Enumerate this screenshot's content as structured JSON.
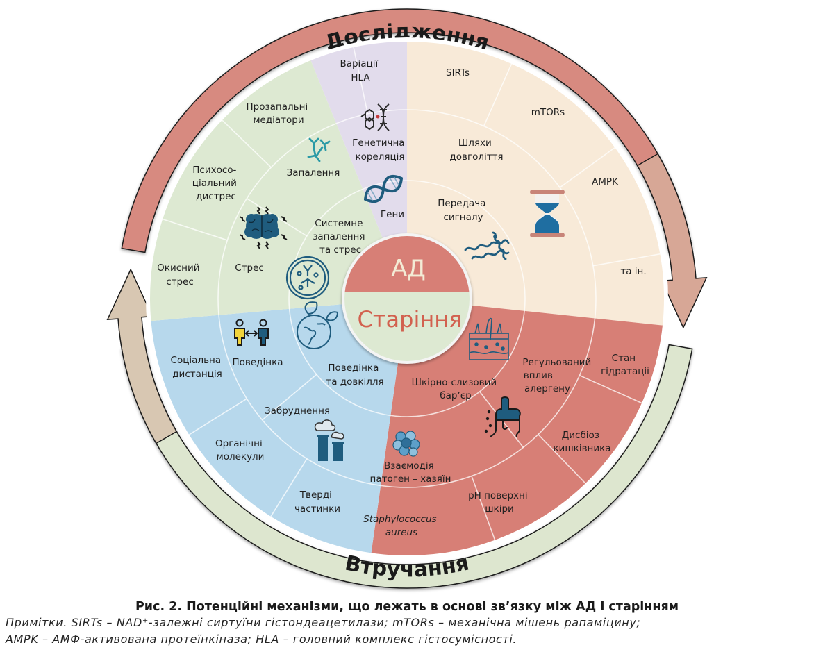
{
  "colors": {
    "research_ring": "#d78a80",
    "intervention_ring": "#dde6cf",
    "arrow_right": "#d7a796",
    "arrow_left": "#d8c7b2",
    "hla": "#e2dcec",
    "longevity": "#f8ead8",
    "barrier": "#d77f76",
    "environment": "#b7d8ec",
    "inflammation": "#dde9d2",
    "center_top": "#d77f76",
    "center_bottom": "#dde9d2",
    "icon_blue": "#1f5c7e",
    "icon_teal": "#2a9aa6"
  },
  "ring": {
    "top_label": "Дослідження",
    "bottom_label": "Втручання"
  },
  "center": {
    "top": "АД",
    "bottom": "Старіння"
  },
  "sectors": {
    "hla": {
      "outer": [
        "Варіації",
        "HLA"
      ],
      "middle": [
        "Генетична",
        "кореляція"
      ],
      "inner": [
        "Гени"
      ]
    },
    "longevity": {
      "outer": [
        [
          "SIRTs"
        ],
        [
          "mTORs"
        ],
        [
          "AMPK"
        ],
        [
          "та ін."
        ]
      ],
      "middle": [
        "Шляхи",
        "довголіття"
      ],
      "inner": [
        "Передача",
        "сигналу"
      ]
    },
    "barrier": {
      "outer": [
        [
          "Стан",
          "гідратації"
        ],
        [
          "Дисбіоз",
          "кишківника"
        ],
        [
          "pH поверхні",
          "шкіри"
        ],
        [
          "Staphylococcus",
          "aureus"
        ]
      ],
      "middle_a": [
        "Регульований",
        "вплив",
        "алергену"
      ],
      "middle_b": [
        "Взаємодія",
        "патоген – хазяїн"
      ],
      "inner": [
        "Шкірно-слизовий",
        "бар’єр"
      ]
    },
    "environment": {
      "outer": [
        [
          "Соціальна",
          "дистанція"
        ],
        [
          "Органічні",
          "молекули"
        ],
        [
          "Тверді",
          "частинки"
        ]
      ],
      "middle_a": [
        "Поведінка"
      ],
      "middle_b": [
        "Забруднення"
      ],
      "inner": [
        "Поведінка",
        "та довкілля"
      ]
    },
    "inflammation": {
      "outer": [
        [
          "Прозапальні",
          "медіатори"
        ],
        [
          "Психосо-",
          "ціальний",
          "дистрес"
        ],
        [
          "Окисний",
          "стрес"
        ]
      ],
      "middle_a": [
        "Запалення"
      ],
      "middle_b": [
        "Стрес"
      ],
      "inner": [
        "Системне",
        "запалення",
        "та стрес"
      ]
    }
  },
  "icons": [
    "dna-gear-icon",
    "dna-helix-icon",
    "hourglass-icon",
    "protein-helix-icon",
    "antibody-icon",
    "brain-stress-icon",
    "cell-antibody-icon",
    "social-distance-icon",
    "earth-leaf-icon",
    "factory-pollution-icon",
    "skin-layer-icon",
    "allergen-spray-icon",
    "bacteria-cluster-icon"
  ],
  "caption": {
    "title": "Рис. 2. Потенційні механізми, що лежать в основі зв’язку між АД і старінням",
    "note_line1": "Примітки. SIRTs – NAD⁺-залежні сиртуїни гістондеацетилази; mTORs – механічна мішень рапаміцину;",
    "note_line2": "AMPK – АМФ-активована протеїнкіназа; HLA – головний комплекс гістосумісності."
  }
}
